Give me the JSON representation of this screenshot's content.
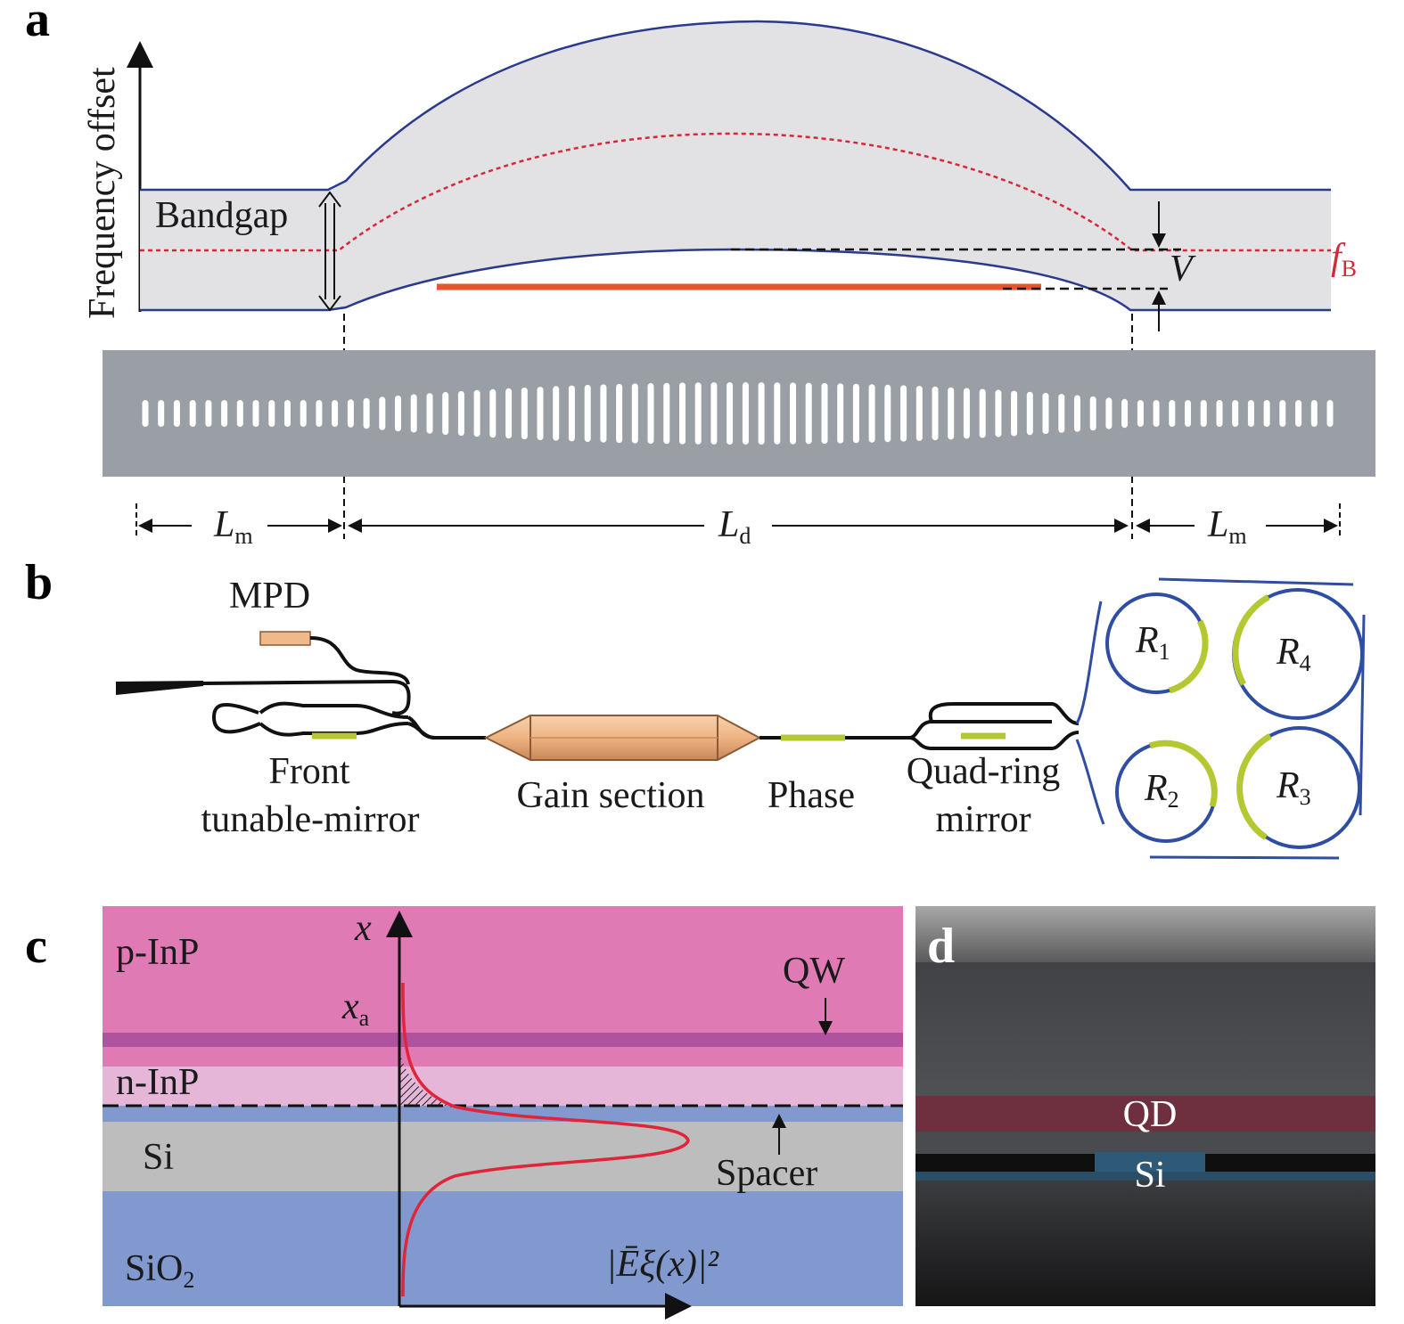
{
  "panels": {
    "a": {
      "label": "a",
      "y_axis_label": "Frequency offset",
      "bandgap_label": "Bandgap",
      "fb_label": "f",
      "fb_sub": "B",
      "v_label": "V",
      "lm_left": "L",
      "lm_left_sub": "m",
      "ld": "L",
      "ld_sub": "d",
      "lm_right": "L",
      "lm_right_sub": "m",
      "colors": {
        "band_fill": "#e2e1e3",
        "band_edge": "#2a3a8c",
        "fb_line": "#d6283a",
        "mode": "#e8542b",
        "waveguide": "#9a9fa5"
      }
    },
    "b": {
      "label": "b",
      "mpd": "MPD",
      "front_1": "Front",
      "front_2": "tunable-mirror",
      "gain": "Gain section",
      "phase": "Phase",
      "quad_1": "Quad-ring",
      "quad_2": "mirror",
      "rings": [
        {
          "name": "R",
          "sub": "1"
        },
        {
          "name": "R",
          "sub": "4"
        },
        {
          "name": "R",
          "sub": "2"
        },
        {
          "name": "R",
          "sub": "3"
        }
      ],
      "colors": {
        "ring": "#2e4da3",
        "heater": "#b5c832",
        "gain": "#f0b98a"
      }
    },
    "c": {
      "label": "c",
      "layers": [
        "p-InP",
        "n-InP",
        "Si",
        "SiO"
      ],
      "sio_sub": "2",
      "x_axis": "x",
      "xa": "x",
      "xa_sub": "a",
      "qw": "QW",
      "spacer": "Spacer",
      "field_label": "|Ēξ(x)|²",
      "colors": {
        "pinp": "#e07ab5",
        "qw": "#b0539f",
        "ninp": "#e5b6d8",
        "si": "#bdbdbd",
        "sio2": "#8199cf",
        "curve": "#e0253a"
      }
    },
    "d": {
      "label": "d",
      "qd": "QD",
      "si": "Si"
    }
  }
}
